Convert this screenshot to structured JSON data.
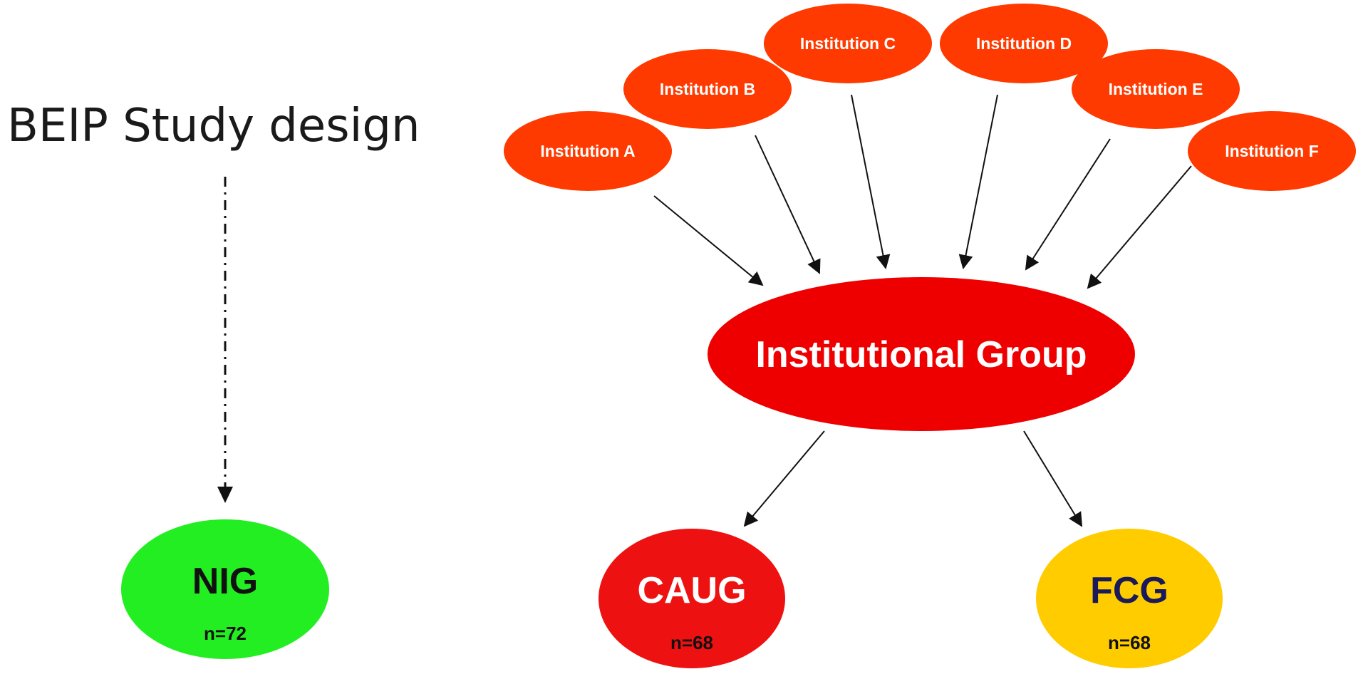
{
  "title": "BEIP Study design",
  "colors": {
    "institution": "#ff3a00",
    "group": "#ee0000",
    "nig": "#22ee22",
    "caug": "#ee1111",
    "fcg": "#ffcc00",
    "arrow": "#111111"
  },
  "institutions": [
    {
      "label": "Institution A"
    },
    {
      "label": "Institution B"
    },
    {
      "label": "Institution C"
    },
    {
      "label": "Institution D"
    },
    {
      "label": "Institution E"
    },
    {
      "label": "Institution F"
    }
  ],
  "group": {
    "label": "Institutional Group"
  },
  "outcomes": {
    "nig": {
      "label": "NIG",
      "n": "n=72"
    },
    "caug": {
      "label": "CAUG",
      "n": "n=68"
    },
    "fcg": {
      "label": "FCG",
      "n": "n=68"
    }
  }
}
